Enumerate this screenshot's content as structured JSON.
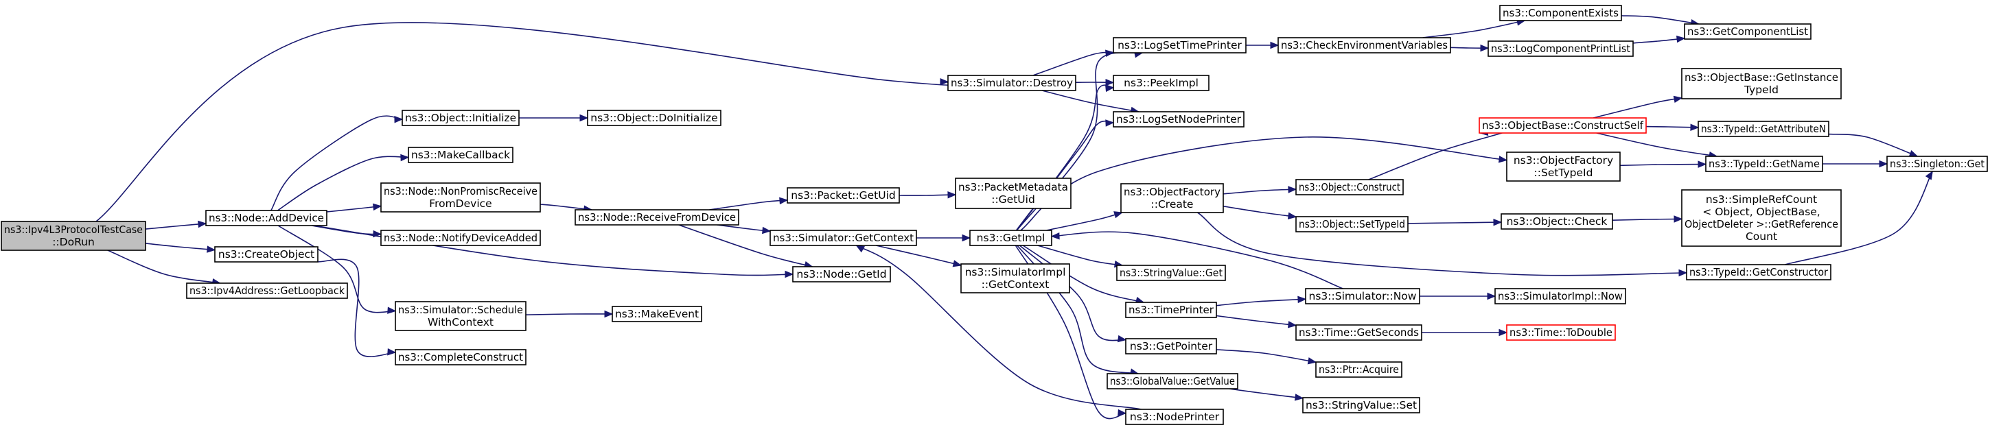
{
  "diagram": {
    "type": "call-graph",
    "colors": {
      "edge": "#191970",
      "root_fill": "#bfbfbf",
      "highlight_border": "#ff0000"
    },
    "nodes": [
      {
        "id": "dorun",
        "lines": [
          "ns3::Ipv4L3ProtocolTestCase",
          "::DoRun"
        ],
        "style": "root"
      },
      {
        "id": "adddevice",
        "lines": [
          "ns3::Node::AddDevice"
        ]
      },
      {
        "id": "createobject",
        "lines": [
          "ns3::CreateObject"
        ]
      },
      {
        "id": "getloopback",
        "lines": [
          "ns3::Ipv4Address::GetLoopback"
        ]
      },
      {
        "id": "destroy",
        "lines": [
          "ns3::Simulator::Destroy"
        ]
      },
      {
        "id": "objinit",
        "lines": [
          "ns3::Object::Initialize"
        ]
      },
      {
        "id": "doinit",
        "lines": [
          "ns3::Object::DoInitialize"
        ]
      },
      {
        "id": "makecallback",
        "lines": [
          "ns3::MakeCallback"
        ]
      },
      {
        "id": "nonpromisc",
        "lines": [
          "ns3::Node::NonPromiscReceive",
          "FromDevice"
        ]
      },
      {
        "id": "notifyadded",
        "lines": [
          "ns3::Node::NotifyDeviceAdded"
        ]
      },
      {
        "id": "schedwithctx",
        "lines": [
          "ns3::Simulator::Schedule",
          "WithContext"
        ]
      },
      {
        "id": "completeconstruct",
        "lines": [
          "ns3::CompleteConstruct"
        ]
      },
      {
        "id": "recvfromdevice",
        "lines": [
          "ns3::Node::ReceiveFromDevice"
        ]
      },
      {
        "id": "makeevent",
        "lines": [
          "ns3::MakeEvent"
        ]
      },
      {
        "id": "packetgetuid",
        "lines": [
          "ns3::Packet::GetUid"
        ]
      },
      {
        "id": "pktmeta",
        "lines": [
          "ns3::PacketMetadata",
          "::GetUid"
        ]
      },
      {
        "id": "simgetctx",
        "lines": [
          "ns3::Simulator::GetContext"
        ]
      },
      {
        "id": "nodegetid",
        "lines": [
          "ns3::Node::GetId"
        ]
      },
      {
        "id": "getimpl",
        "lines": [
          "ns3::GetImpl"
        ]
      },
      {
        "id": "simimplgetctx",
        "lines": [
          "ns3::SimulatorImpl",
          "::GetContext"
        ]
      },
      {
        "id": "logsettime",
        "lines": [
          "ns3::LogSetTimePrinter"
        ]
      },
      {
        "id": "peekimpl",
        "lines": [
          "ns3::PeekImpl"
        ]
      },
      {
        "id": "logsetnode",
        "lines": [
          "ns3::LogSetNodePrinter"
        ]
      },
      {
        "id": "objfactcreate",
        "lines": [
          "ns3::ObjectFactory",
          "::Create"
        ]
      },
      {
        "id": "stringvalget",
        "lines": [
          "ns3::StringValue::Get"
        ]
      },
      {
        "id": "timeprinter",
        "lines": [
          "ns3::TimePrinter"
        ]
      },
      {
        "id": "getpointer",
        "lines": [
          "ns3::GetPointer"
        ]
      },
      {
        "id": "globalvalget",
        "lines": [
          "ns3::GlobalValue::GetValue"
        ]
      },
      {
        "id": "nodeprinter",
        "lines": [
          "ns3::NodePrinter"
        ]
      },
      {
        "id": "checkenv",
        "lines": [
          "ns3::CheckEnvironmentVariables"
        ]
      },
      {
        "id": "compexists",
        "lines": [
          "ns3::ComponentExists"
        ]
      },
      {
        "id": "logcomplist",
        "lines": [
          "ns3::LogComponentPrintList"
        ]
      },
      {
        "id": "getcomplist",
        "lines": [
          "ns3::GetComponentList"
        ]
      },
      {
        "id": "objconstruct",
        "lines": [
          "ns3::Object::Construct"
        ]
      },
      {
        "id": "objsettypeid",
        "lines": [
          "ns3::Object::SetTypeId"
        ]
      },
      {
        "id": "simnow",
        "lines": [
          "ns3::Simulator::Now"
        ]
      },
      {
        "id": "timegetsec",
        "lines": [
          "ns3::Time::GetSeconds"
        ]
      },
      {
        "id": "ptracquire",
        "lines": [
          "ns3::Ptr::Acquire"
        ]
      },
      {
        "id": "stringvalset",
        "lines": [
          "ns3::StringValue::Set"
        ]
      },
      {
        "id": "objbaseconstruct",
        "lines": [
          "ns3::ObjectBase::ConstructSelf"
        ],
        "style": "red"
      },
      {
        "id": "objfactsettypeid",
        "lines": [
          "ns3::ObjectFactory",
          "::SetTypeId"
        ]
      },
      {
        "id": "objcheck",
        "lines": [
          "ns3::Object::Check"
        ]
      },
      {
        "id": "simimplnow",
        "lines": [
          "ns3::SimulatorImpl::Now"
        ]
      },
      {
        "id": "timetodouble",
        "lines": [
          "ns3::Time::ToDouble"
        ],
        "style": "red"
      },
      {
        "id": "typeidgetctor",
        "lines": [
          "ns3::TypeId::GetConstructor"
        ]
      },
      {
        "id": "objbasegettypeid",
        "lines": [
          "ns3::ObjectBase::GetInstance",
          "TypeId"
        ]
      },
      {
        "id": "typeidgetattr",
        "lines": [
          "ns3::TypeId::GetAttributeN"
        ]
      },
      {
        "id": "typeidgetname",
        "lines": [
          "ns3::TypeId::GetName"
        ]
      },
      {
        "id": "simplerefcount",
        "lines": [
          "ns3::SimpleRefCount",
          "< Object, ObjectBase,",
          "ObjectDeleter >::GetReference",
          "Count"
        ]
      },
      {
        "id": "singletonget",
        "lines": [
          "ns3::Singleton::Get"
        ]
      }
    ]
  }
}
